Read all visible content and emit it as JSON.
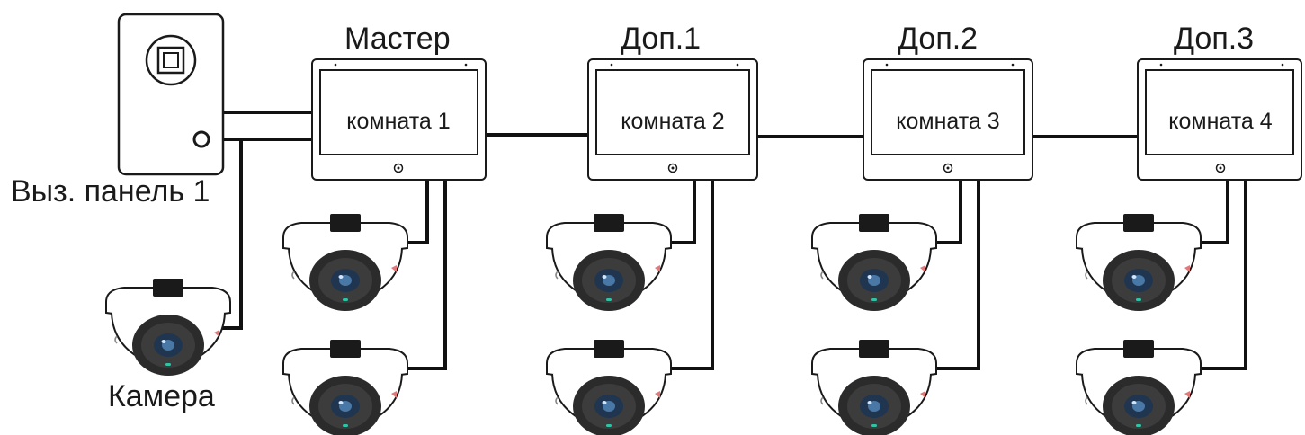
{
  "diagram": {
    "call_panel": {
      "label": "Выз. панель 1"
    },
    "camera": {
      "label": "Камера"
    },
    "monitors": [
      {
        "title": "Мастер",
        "screen_text": "комната 1"
      },
      {
        "title": "Доп.1",
        "screen_text": "комната 2"
      },
      {
        "title": "Доп.2",
        "screen_text": "комната 3"
      },
      {
        "title": "Доп.3",
        "screen_text": "комната 4"
      }
    ]
  },
  "colors": {
    "wire": "#111111",
    "outline": "#1a1a1a",
    "fill": "#ffffff",
    "lens": "#1f3550",
    "led": "#2ec4a6"
  },
  "icons": [
    "call-panel-icon",
    "monitor-icon",
    "dome-camera-icon"
  ]
}
